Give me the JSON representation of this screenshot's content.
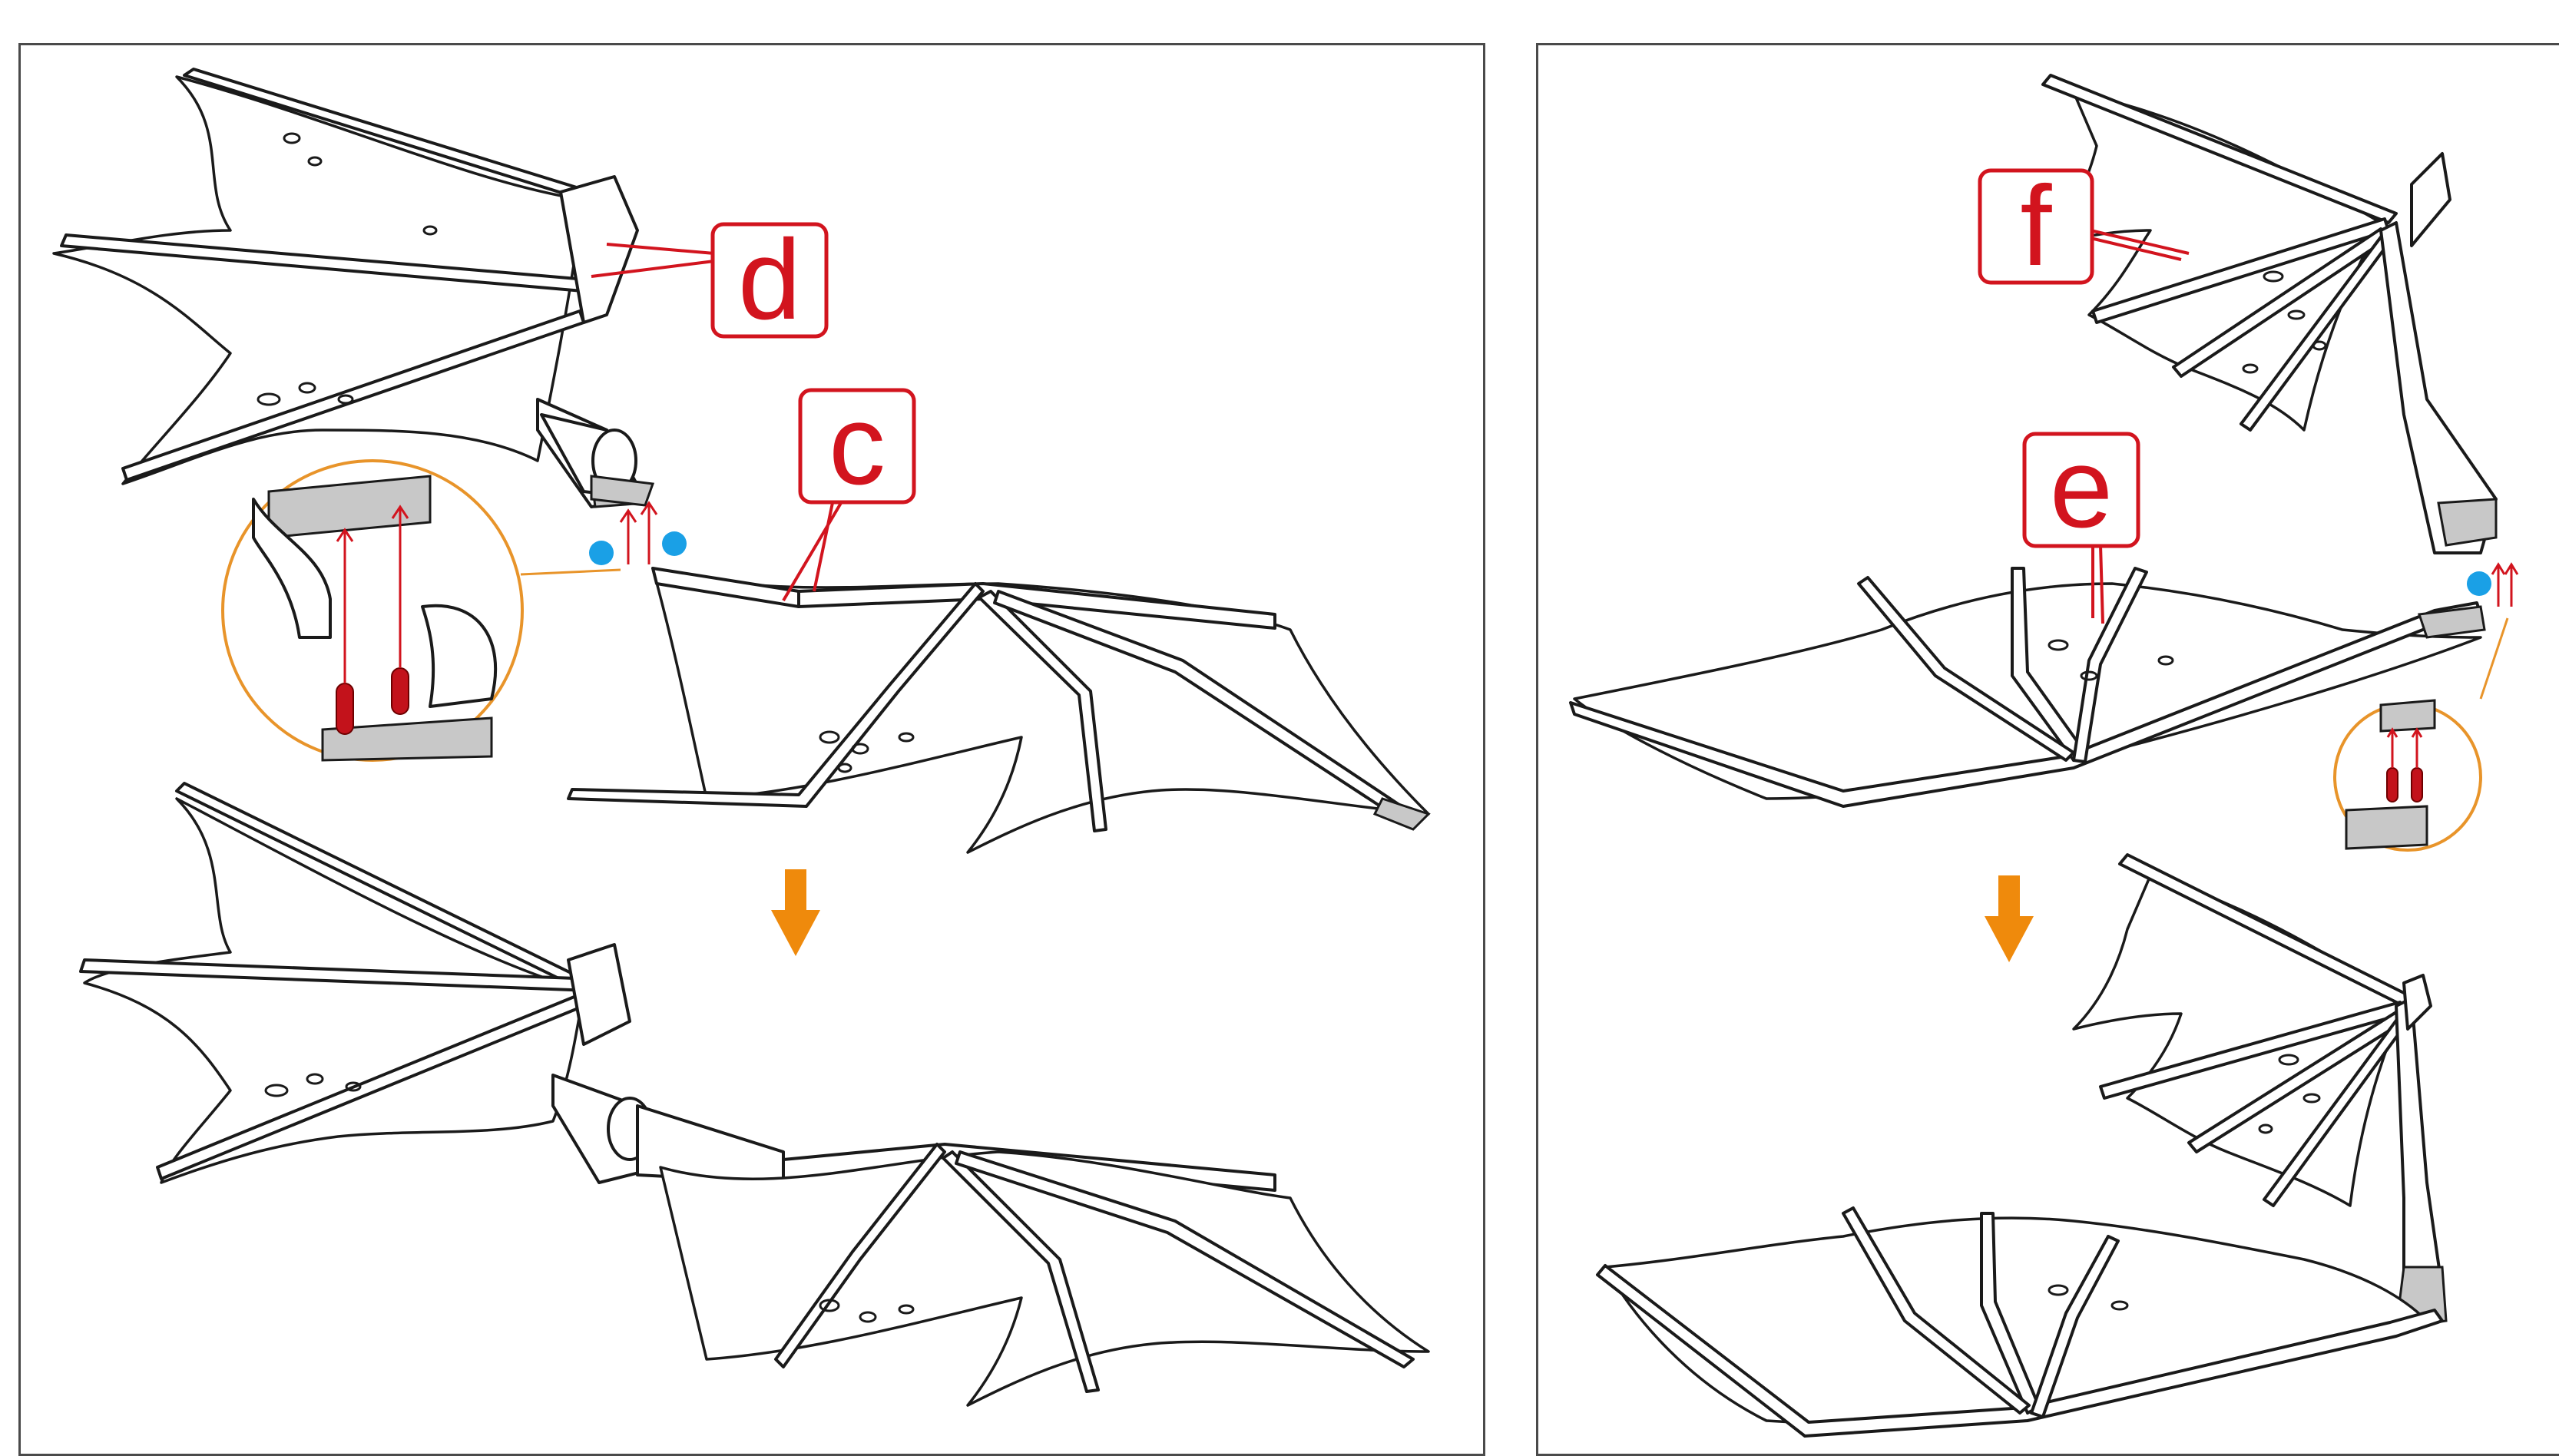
{
  "callouts": {
    "c": "c",
    "d": "d",
    "e": "e",
    "f": "f"
  },
  "colors": {
    "callout": "#d2141e",
    "arrow": "#ef8a0c",
    "dot": "#1aa0e6",
    "peg": "#c3121b",
    "zoom_ring": "#e8942a"
  },
  "icons": {
    "step_arrow": "arrow-down-icon",
    "attach_point": "blue-dot-icon",
    "peg": "peg-icon"
  }
}
